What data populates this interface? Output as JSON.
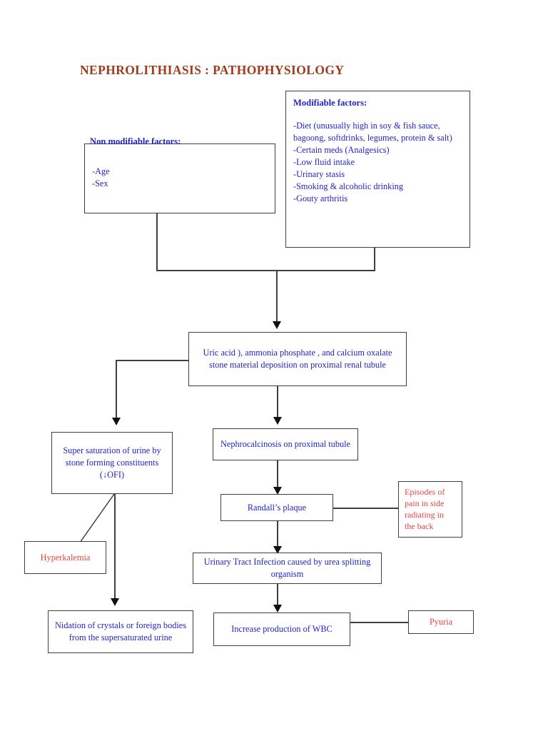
{
  "title": "NEPHROLITHIASIS : PATHOPHYSIOLOGY",
  "colors": {
    "title": "#9e3b1b",
    "node_text": "#2222cc",
    "alert_text": "#e8433f",
    "border": "#3f3f3f",
    "background": "#ffffff"
  },
  "nodes": {
    "non_modifiable": {
      "heading": "Non modifiable factors:",
      "items": [
        "-Age",
        "-Sex"
      ]
    },
    "modifiable": {
      "heading": "Modifiable factors:",
      "items": [
        "-Diet (unusually high in soy & fish sauce, bagoong, softdrinks, legumes, protein & salt)",
        "-Certain meds (Analgesics)",
        "-Low fluid intake",
        "-Urinary stasis",
        "-Smoking & alcoholic drinking",
        "-Gouty arthritis"
      ]
    },
    "deposition": "Uric acid ), ammonia phosphate , and calcium oxalate stone material deposition on proximal renal tubule",
    "supersaturation": "Super saturation of urine by stone forming constituents (↓OFI)",
    "nephrocalcinosis": "Nephrocalcinosis on proximal tubule",
    "randalls_plaque": "Randall’s plaque",
    "episodes_of_pain": "Episodes of pain in side radiating in the back",
    "hyperkalemia": "Hyperkalemia",
    "uti": "Urinary Tract Infection caused by urea splitting organism",
    "nidation": "Nidation of crystals or foreign bodies from the supersaturated urine",
    "increase_wbc": "Increase production of WBC",
    "pyuria": "Pyuria"
  },
  "chart_data": {
    "type": "diagram",
    "title": "NEPHROLITHIASIS : PATHOPHYSIOLOGY",
    "diagram_kind": "flowchart",
    "edges": [
      {
        "from": "non_modifiable",
        "to": "deposition",
        "style": "elbow-merge-arrow"
      },
      {
        "from": "modifiable",
        "to": "deposition",
        "style": "elbow-merge-arrow"
      },
      {
        "from": "deposition",
        "to": "supersaturation",
        "style": "elbow-arrow"
      },
      {
        "from": "deposition",
        "to": "nephrocalcinosis",
        "style": "straight-arrow"
      },
      {
        "from": "nephrocalcinosis",
        "to": "randalls_plaque",
        "style": "straight-arrow"
      },
      {
        "from": "randalls_plaque",
        "to": "episodes_of_pain",
        "style": "plain-line"
      },
      {
        "from": "randalls_plaque",
        "to": "uti",
        "style": "straight-arrow"
      },
      {
        "from": "supersaturation",
        "to": "hyperkalemia",
        "style": "diagonal-line"
      },
      {
        "from": "supersaturation",
        "to": "nidation",
        "style": "straight-arrow"
      },
      {
        "from": "uti",
        "to": "increase_wbc",
        "style": "straight-arrow"
      },
      {
        "from": "increase_wbc",
        "to": "pyuria",
        "style": "plain-line"
      }
    ]
  }
}
